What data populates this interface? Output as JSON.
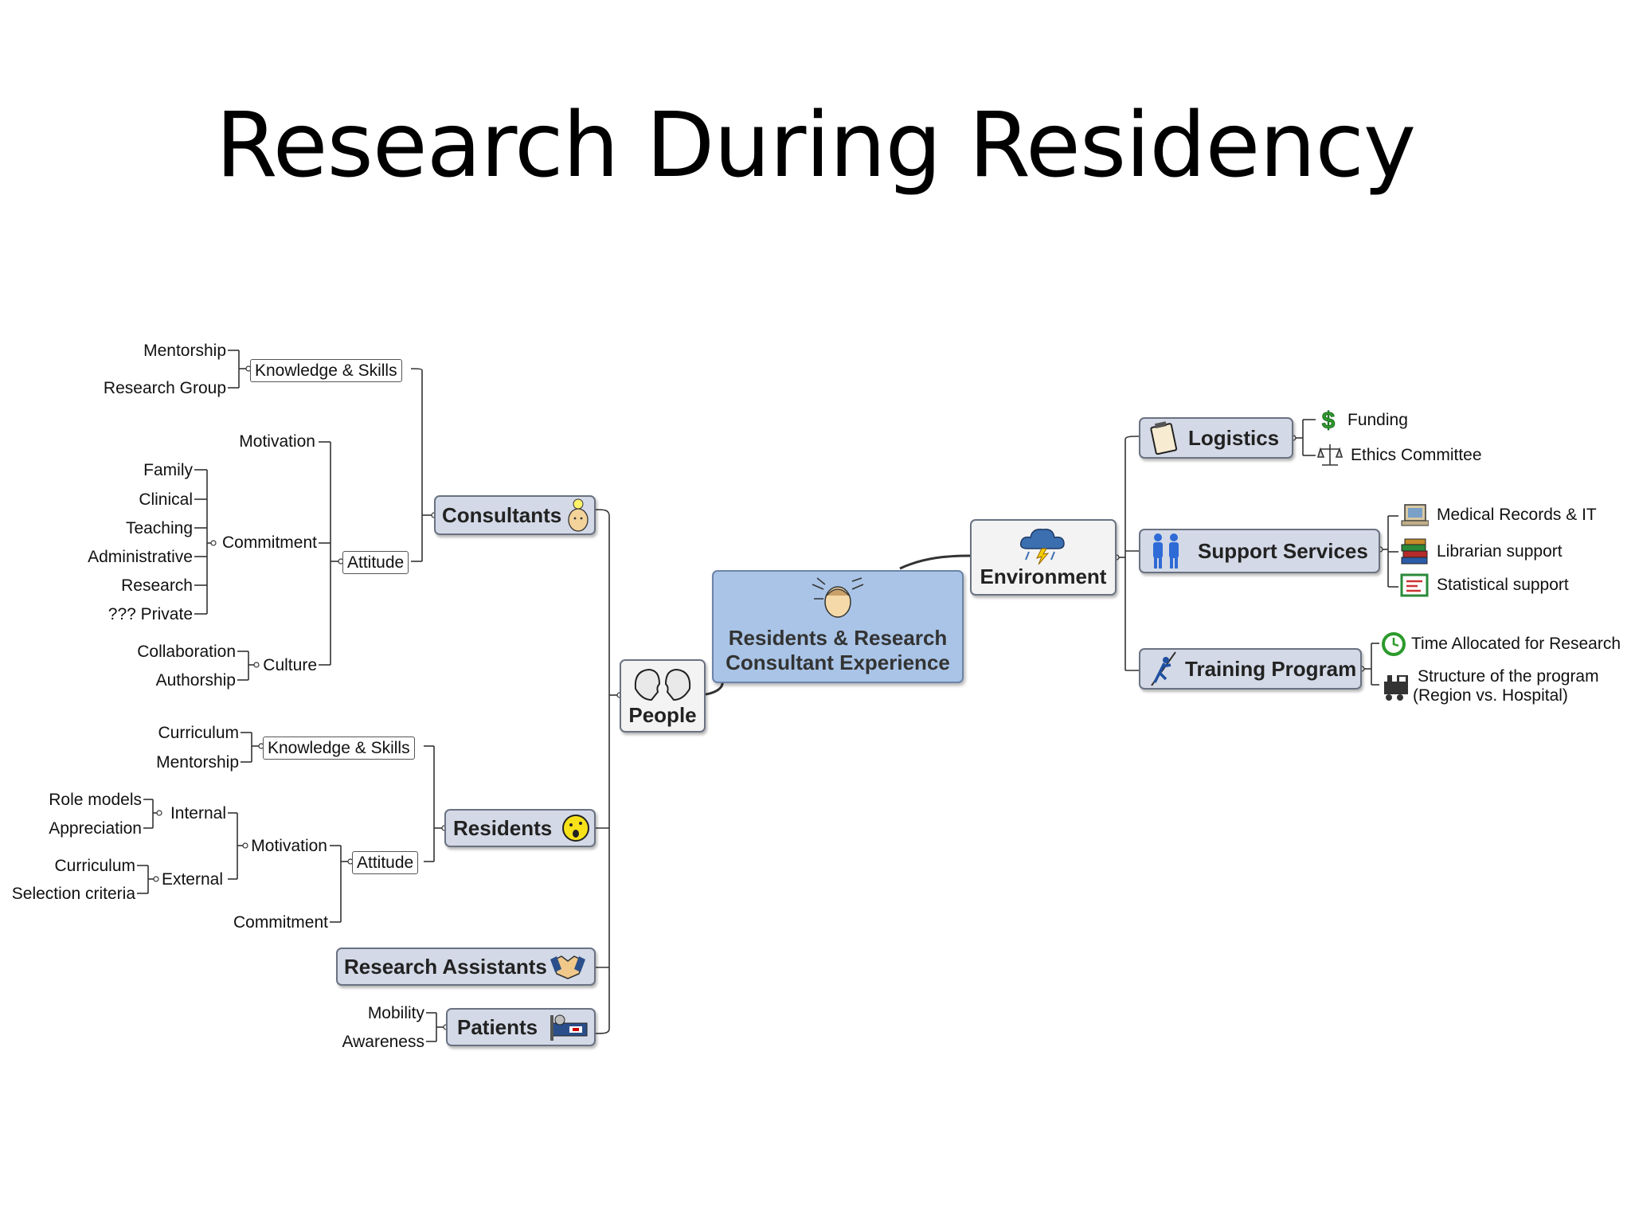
{
  "title": "Research During Residency",
  "center": {
    "line1": "Residents & Research",
    "line2": "Consultant Experience"
  },
  "people": {
    "label": "People",
    "consultants": {
      "label": "Consultants",
      "knowledge_skills": "Knowledge & Skills",
      "ks_items": [
        "Mentorship",
        "Research Group"
      ],
      "attitude": "Attitude",
      "motivation": "Motivation",
      "commitment": "Commitment",
      "commitment_items": [
        "Family",
        "Clinical",
        "Teaching",
        "Administrative",
        "Research",
        "??? Private"
      ],
      "culture": "Culture",
      "culture_items": [
        "Collaboration",
        "Authorship"
      ]
    },
    "residents": {
      "label": "Residents",
      "knowledge_skills": "Knowledge & Skills",
      "ks_items": [
        "Curriculum",
        "Mentorship"
      ],
      "attitude": "Attitude",
      "motivation": "Motivation",
      "internal": "Internal",
      "internal_items": [
        "Role models",
        "Appreciation"
      ],
      "external": "External",
      "external_items": [
        "Curriculum",
        "Selection criteria"
      ],
      "commitment": "Commitment"
    },
    "research_assistants": {
      "label": "Research Assistants"
    },
    "patients": {
      "label": "Patients",
      "items": [
        "Mobility",
        "Awareness"
      ]
    }
  },
  "environment": {
    "label": "Environment",
    "logistics": {
      "label": "Logistics",
      "items": [
        "Funding",
        "Ethics Committee"
      ]
    },
    "support_services": {
      "label": "Support Services",
      "items": [
        "Medical Records & IT",
        "Librarian support",
        "Statistical support"
      ]
    },
    "training_program": {
      "label": "Training Program",
      "items": [
        "Time Allocated for Research",
        "Structure of the program",
        "(Region vs. Hospital)"
      ]
    }
  },
  "colors": {
    "node_fill": "#d3d9e6",
    "center_fill": "#a9c4e6",
    "line": "#333333"
  }
}
